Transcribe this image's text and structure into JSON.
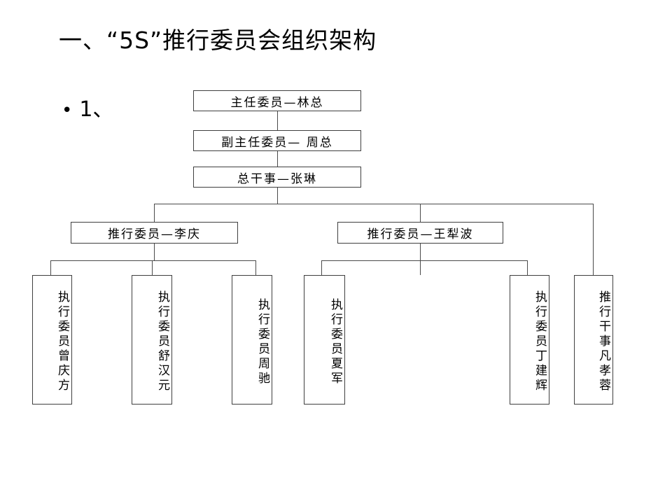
{
  "slide": {
    "title": "一、“5S”推行委员会组织架构",
    "bullet": {
      "marker": "•",
      "label": "1、"
    },
    "background_color": "#ffffff",
    "line_color": "#3f3f3f",
    "text_color": "#000000"
  },
  "chart_data": {
    "type": "diagram",
    "title": "“5S”推行委员会组织架构",
    "orientation": "top-down org chart",
    "nodes": [
      {
        "id": "n1",
        "label": "主任委员—林总",
        "level": 0,
        "text_direction": "horizontal"
      },
      {
        "id": "n2",
        "label": "副主任委员— 周总",
        "level": 1,
        "text_direction": "horizontal"
      },
      {
        "id": "n3",
        "label": "总干事—张琳",
        "level": 2,
        "text_direction": "horizontal"
      },
      {
        "id": "n4",
        "label": "推行委员—李庆",
        "level": 3,
        "text_direction": "horizontal"
      },
      {
        "id": "n5",
        "label": "推行委员—王犁波",
        "level": 3,
        "text_direction": "horizontal"
      },
      {
        "id": "n6",
        "label": "执行委员曾庆方",
        "level": 4,
        "text_direction": "vertical"
      },
      {
        "id": "n7",
        "label": "执行委员舒汉元",
        "level": 4,
        "text_direction": "vertical"
      },
      {
        "id": "n8",
        "label": "执行委员周驰",
        "level": 4,
        "text_direction": "vertical"
      },
      {
        "id": "n9",
        "label": "执行委员夏军",
        "level": 4,
        "text_direction": "vertical"
      },
      {
        "id": "n10",
        "label": "执行委员丁建辉",
        "level": 4,
        "text_direction": "vertical"
      },
      {
        "id": "n11",
        "label": "推行干事凡孝蓉",
        "level": 4,
        "text_direction": "vertical"
      }
    ],
    "edges": [
      {
        "from": "n1",
        "to": "n2"
      },
      {
        "from": "n2",
        "to": "n3"
      },
      {
        "from": "n3",
        "to": "n4"
      },
      {
        "from": "n3",
        "to": "n5"
      },
      {
        "from": "n3",
        "to": "n11"
      },
      {
        "from": "n4",
        "to": "n6"
      },
      {
        "from": "n4",
        "to": "n7"
      },
      {
        "from": "n4",
        "to": "n8"
      },
      {
        "from": "n5",
        "to": "n9"
      },
      {
        "from": "n5",
        "to": "n10"
      }
    ]
  }
}
